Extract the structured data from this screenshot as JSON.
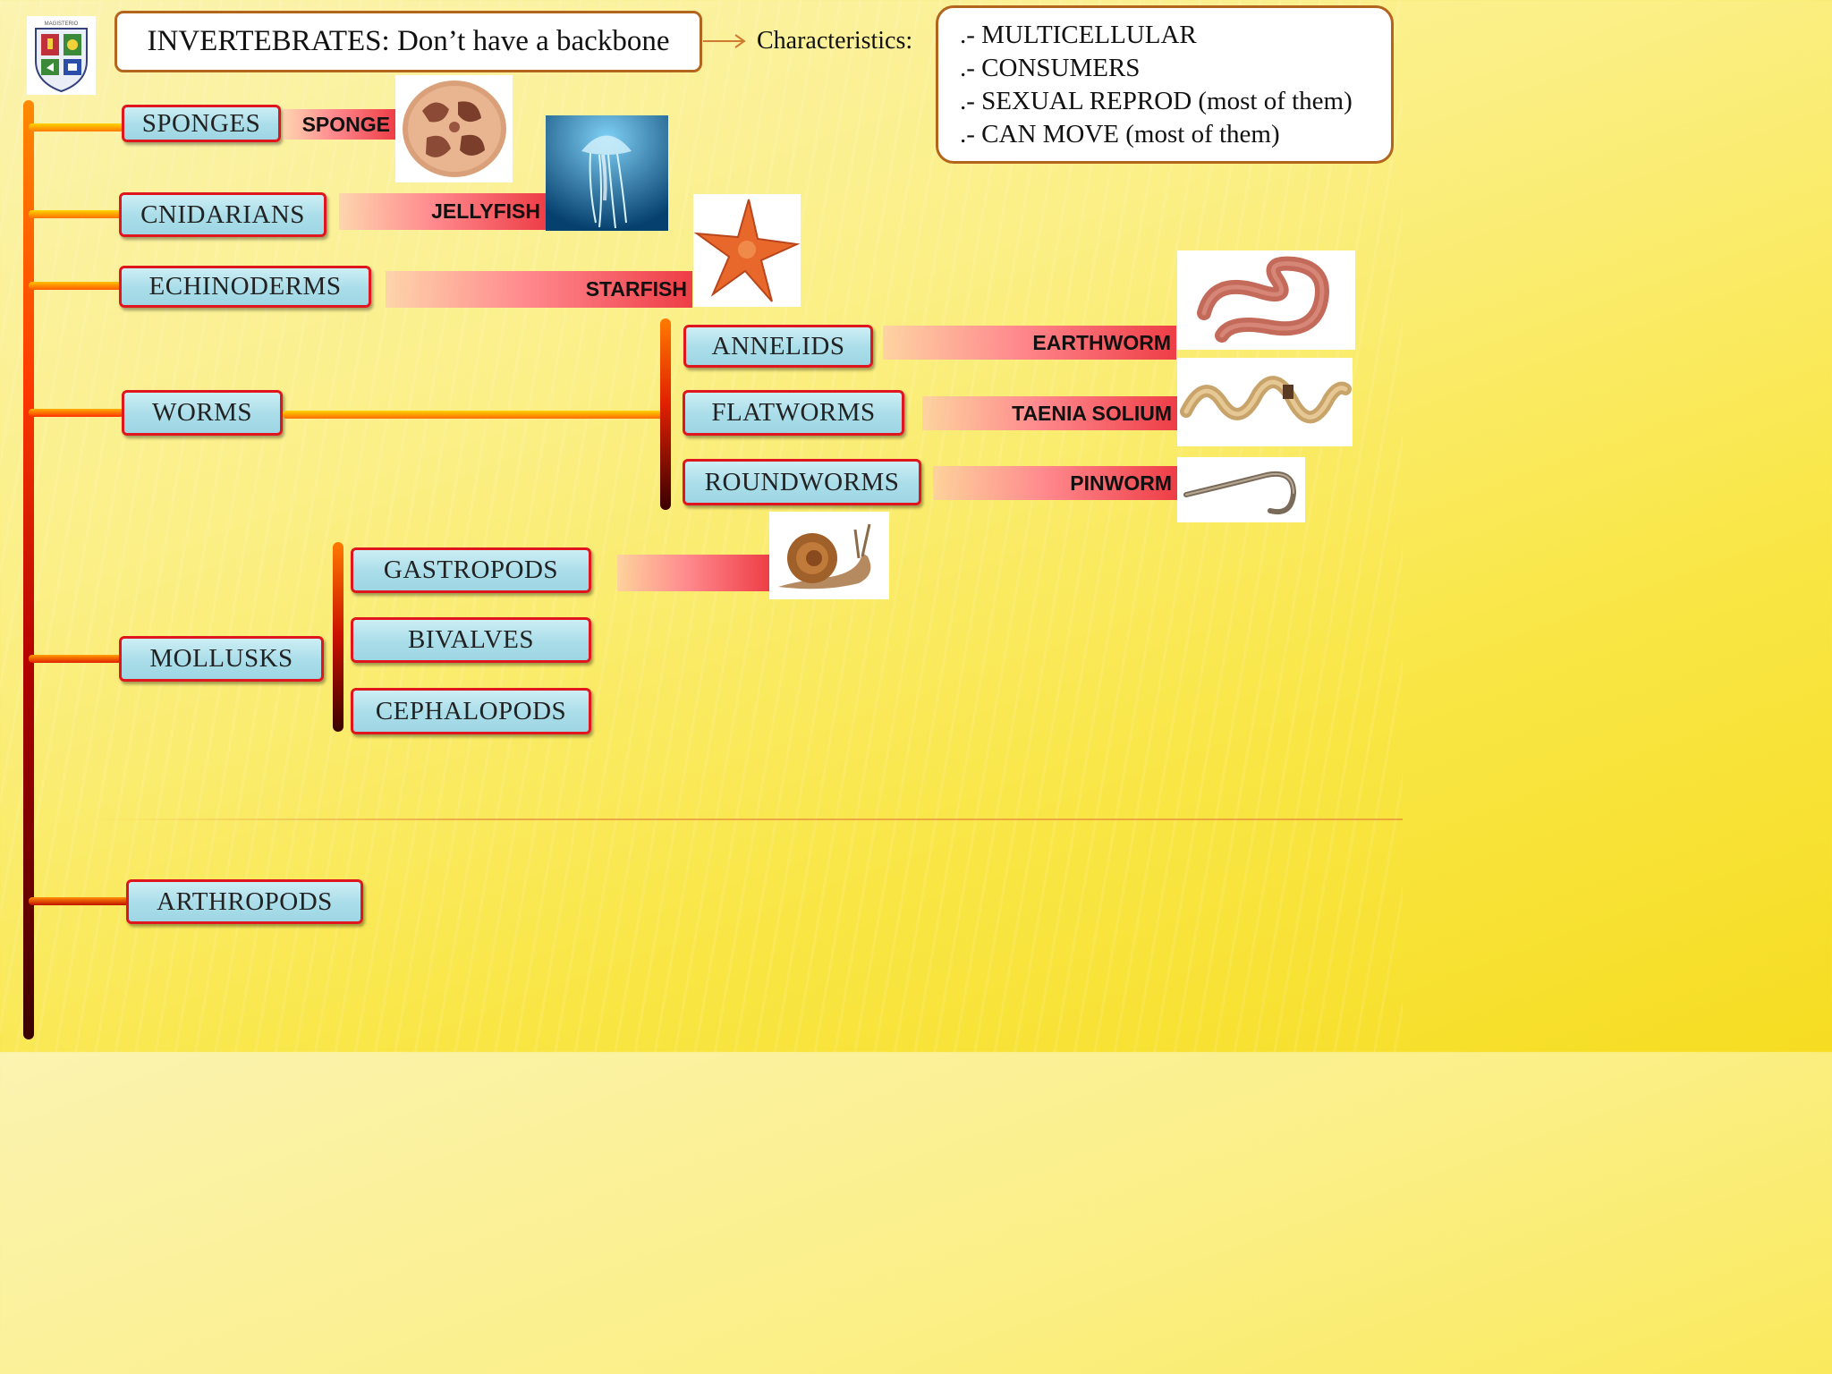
{
  "title": "INVERTEBRATES: Don’t have a backbone",
  "characteristics": {
    "label": "Characteristics:",
    "items": [
      ".- MULTICELLULAR",
      ".- CONSUMERS",
      ".- SEXUAL REPROD (most of them)",
      ".- CAN MOVE (most of them)"
    ]
  },
  "groups": {
    "sponges": "SPONGES",
    "cnidarians": "CNIDARIANS",
    "echinoderms": "ECHINODERMS",
    "worms": "WORMS",
    "mollusks": "MOLLUSKS",
    "arthropods": "ARTHROPODS"
  },
  "worm_types": {
    "annelids": "ANNELIDS",
    "flatworms": "FLATWORMS",
    "roundworms": "ROUNDWORMS"
  },
  "mollusk_types": {
    "gastropods": "GASTROPODS",
    "bivalves": "BIVALVES",
    "cephalopods": "CEPHALOPODS"
  },
  "examples": {
    "sponge": "SPONGE",
    "jellyfish": "JELLYFISH",
    "starfish": "STARFISH",
    "earthworm": "EARTHWORM",
    "taenia": "TAENIA SOLIUM",
    "pinworm": "PINWORM"
  },
  "icons": {
    "logo": "school-crest-icon",
    "sponge": "sponge-photo",
    "jellyfish": "jellyfish-photo",
    "starfish": "starfish-photo",
    "earthworm": "earthworm-photo",
    "taenia": "tapeworm-photo",
    "pinworm": "pinworm-photo",
    "snail": "snail-photo"
  },
  "colors": {
    "box_border": "#e0161e",
    "box_fill": "#a9dde9",
    "title_border": "#b3651e",
    "bar_top": "#ff7a00",
    "bar_bottom": "#3a0000"
  }
}
